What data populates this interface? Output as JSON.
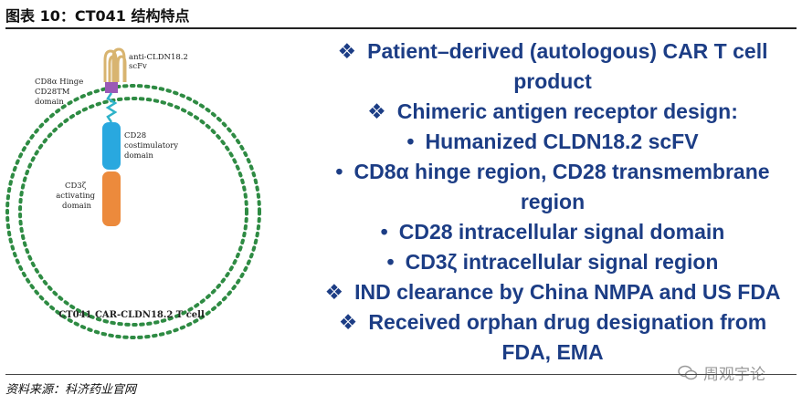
{
  "header": {
    "title": "图表 10：CT041 结构特点"
  },
  "diagram": {
    "labels": {
      "scfv": [
        "anti-CLDN18.2",
        "scFv"
      ],
      "hinge": [
        "CD8α Hinge",
        "CD28TM",
        "domain"
      ],
      "costim": [
        "CD28",
        "costimulatory",
        "domain"
      ],
      "activating": [
        "CD3ζ",
        "activating",
        "domain"
      ],
      "cell": "CT041 CAR-CLDN18.2 T cell"
    },
    "colors": {
      "scfv": "#d8b470",
      "hinge": "#9b59b6",
      "tm": "#2fb3c9",
      "costim": "#29a8df",
      "activating": "#ec8a3c",
      "membrane": "#2e8b43"
    }
  },
  "bullets": {
    "items": [
      {
        "marker": "❖",
        "lines": [
          "Patient–derived (autologous) CAR T cell",
          "product"
        ]
      },
      {
        "marker": "❖",
        "lines": [
          "Chimeric antigen receptor design:"
        ]
      },
      {
        "marker": "•",
        "lines": [
          "Humanized CLDN18.2 scFV"
        ]
      },
      {
        "marker": "•",
        "lines": [
          "CD8α hinge region, CD28 transmembrane",
          "region"
        ]
      },
      {
        "marker": "•",
        "lines": [
          "CD28 intracellular signal domain"
        ]
      },
      {
        "marker": "•",
        "lines": [
          "CD3ζ intracellular signal region"
        ]
      },
      {
        "marker": "❖",
        "lines": [
          "IND clearance by China NMPA and US FDA"
        ]
      },
      {
        "marker": "❖",
        "lines": [
          "Received orphan drug designation from",
          "FDA, EMA"
        ]
      }
    ]
  },
  "source": "资料来源：科济药业官网",
  "watermark": {
    "text": "周观宇论",
    "icon": "wechat-icon"
  }
}
